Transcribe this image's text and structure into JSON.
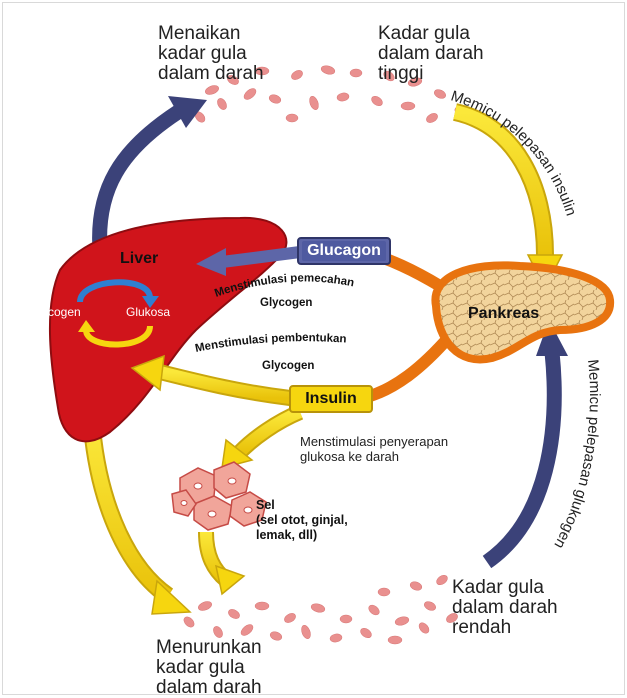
{
  "labels": {
    "top_left": "Menaikan\nkadar gula\ndalam darah",
    "top_right": "Kadar gula\ndalam darah\ntinggi",
    "bottom_left": "Menurunkan\nkadar gula\ndalam darah",
    "bottom_right": "Kadar gula\ndalam darah\nrendah",
    "liver": "Liver",
    "glycogen": "Glycogen",
    "glukosa": "Glukosa",
    "glucagon": "Glucagon",
    "pankreas": "Pankreas",
    "insulin": "Insulin",
    "stim_pemecahan": "Menstimulasi pemecahan\nGlycogen",
    "stim_pembentukan": "Menstimulasi pembentukan\nGlycogen",
    "stim_penyerapan": "Menstimulasi penyerapan\nglukosa ke darah",
    "sel": "Sel\n(sel otot, ginjal,\nlemak, dll)",
    "memicu_insulin": "Memicu pelepasan insulin",
    "memicu_glukogen": "Memicu pelepasan glukogen"
  },
  "colors": {
    "liver": "#d0141b",
    "yellow_arrow": "#f6d60f",
    "navy_arrow": "#3b4279",
    "orange": "#e8730f",
    "pancreas": "#f1d39b",
    "blood_cell": "#e9908f",
    "cycle_blue": "#2f7fd1",
    "glucagon_box": "#5d66a8"
  }
}
